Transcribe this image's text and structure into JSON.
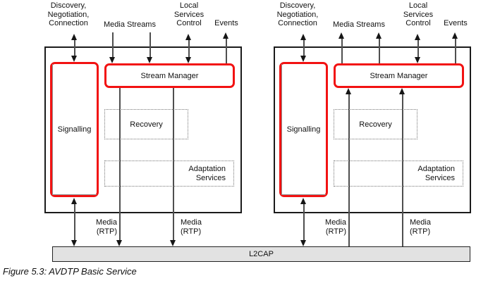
{
  "caption": "Figure 5.3: AVDTP Basic Service",
  "l2cap": {
    "label": "L2CAP"
  },
  "labels": {
    "discovery_line1": "Discovery,",
    "discovery_line2": "Negotiation,",
    "discovery_line3": "Connection",
    "media_streams": "Media Streams",
    "local_line1": "Local",
    "local_line2": "Services",
    "local_line3": "Control",
    "events": "Events",
    "signalling": "Signalling",
    "stream_manager": "Stream Manager",
    "recovery": "Recovery",
    "adaptation_line1": "Adaptation",
    "adaptation_line2": "Services",
    "media_rtp_line1": "Media",
    "media_rtp_line2": "(RTP)"
  },
  "colors": {
    "highlight_red": "#f21212",
    "l2cap_fill": "#e2e2e2",
    "arrow_line_gray": "#4f4f4f",
    "box_border_black": "#1b1b1b"
  },
  "diagrams": [
    {
      "position": "left",
      "media_arrow_direction": "down-into-l2cap"
    },
    {
      "position": "right",
      "media_arrow_direction": "up-from-l2cap"
    }
  ]
}
